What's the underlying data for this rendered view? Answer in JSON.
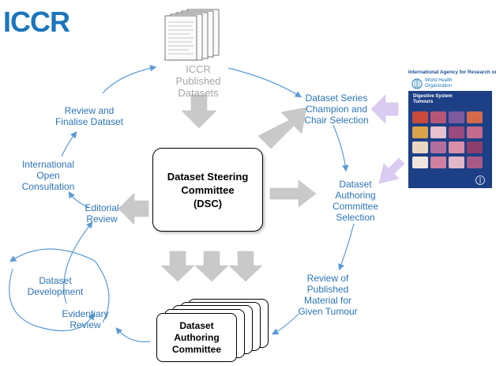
{
  "logo": {
    "text": "ICCR"
  },
  "nodes": {
    "published": [
      "ICCR",
      "Published",
      "Datasets"
    ],
    "series_selection": [
      "Dataset Series",
      "Champion and",
      "Chair Selection"
    ],
    "authoring_selection": [
      "Dataset",
      "Authoring",
      "Committee",
      "Selection"
    ],
    "review_material": [
      "Review of",
      "Published",
      "Material for",
      "Given Tumour"
    ],
    "dac": [
      "Dataset",
      "Authoring",
      "Committee"
    ],
    "dsc": [
      "Dataset Steering",
      "Committee",
      "(DSC)"
    ],
    "editorial": [
      "Editorial",
      "Review"
    ],
    "consultation": [
      "International",
      "Open",
      "Consultation"
    ],
    "finalise": [
      "Review and",
      "Finalise Dataset"
    ],
    "development": [
      "Dataset",
      "Development"
    ],
    "evidentiary": [
      "Evidentiary",
      "Review"
    ]
  },
  "book": {
    "header": "International Agency for Research on Cancer",
    "org": [
      "World Health",
      "Organization"
    ],
    "cover_title": [
      "Digestive System",
      "Tumours"
    ]
  },
  "colors": {
    "label_blue": "#2e74b5",
    "arrow_blue": "#5b9bd5",
    "gray_arrow": "#c9c9c9",
    "lilac_arrow": "#d9ccf0",
    "cover_blue": "#1d3f86"
  }
}
